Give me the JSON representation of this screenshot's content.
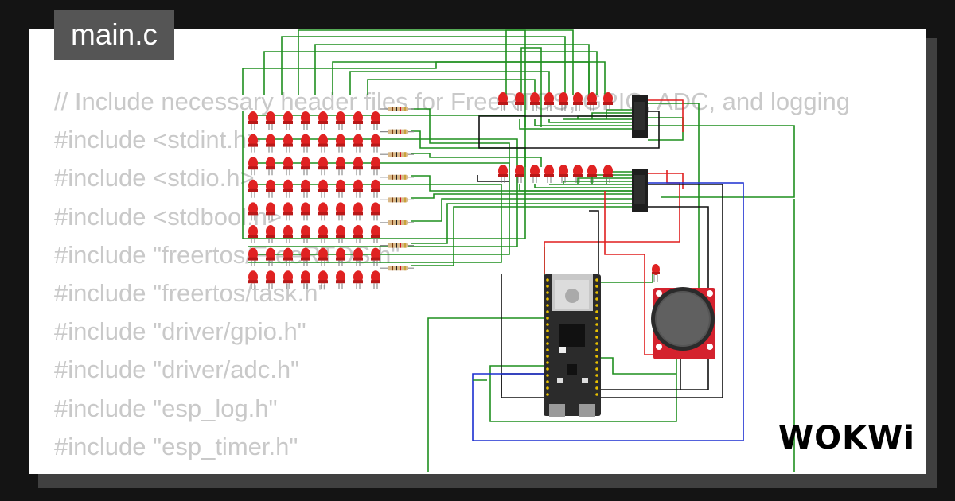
{
  "file_tab": {
    "label": "main.c"
  },
  "code_lines": [
    "// Include necessary header files for FreeRTOS, GPIO, ADC, and logging",
    "#include <stdint.h>",
    "#include <stdio.h>",
    "#include <stdbool.h>",
    "#include \"freertos/FreeRTOS.h\"",
    "#include \"freertos/task.h\"",
    "#include \"driver/gpio.h\"",
    "#include \"driver/adc.h\"",
    "#include \"esp_log.h\"",
    "#include \"esp_timer.h\""
  ],
  "brand": {
    "logo": "WOKWi"
  },
  "circuit": {
    "led_matrix": {
      "rows": 8,
      "cols": 8
    },
    "led_rows_top": [
      8,
      8
    ],
    "shift_register_count": 2,
    "wire_colors": {
      "green": "#1f8f1f",
      "red": "#e01f1f",
      "black": "#111111",
      "blue": "#1c2fd0"
    },
    "led_color": "#e02222",
    "board_color": "#2c2c2c",
    "joystick_color": "#d4222e"
  }
}
